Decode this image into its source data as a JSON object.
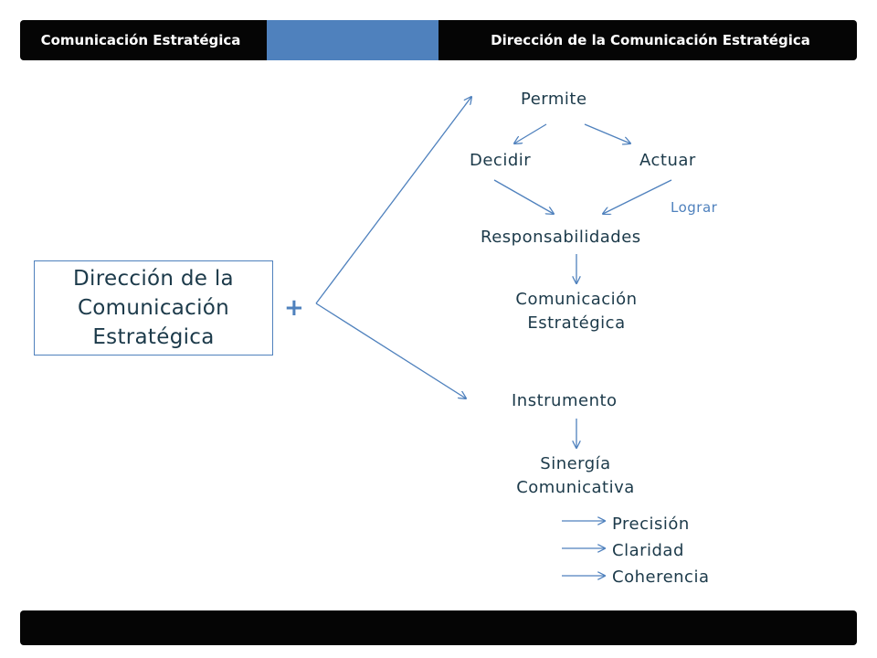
{
  "header": {
    "left_title": "Comunicación Estratégica",
    "right_title": "Dirección de la Comunicación Estratégica"
  },
  "main_box": {
    "line1": "Dirección de la",
    "line2": "Comunicación",
    "line3": "Estratégica"
  },
  "connector": {
    "symbol": "+"
  },
  "upper_branch": {
    "permite": "Permite",
    "decidir": "Decidir",
    "actuar": "Actuar",
    "lograr": "Lograr",
    "responsabilidades": "Responsabilidades",
    "comunicacion_line1": "Comunicación",
    "comunicacion_line2": "Estratégica"
  },
  "lower_branch": {
    "instrumento": "Instrumento",
    "sinergia_line1": "Sinergía",
    "sinergia_line2": "Comunicativa",
    "items": [
      "Precisión",
      "Claridad",
      "Coherencia"
    ]
  },
  "colors": {
    "accent": "#4f81bd",
    "bar": "#050505",
    "text": "#1c3a4a"
  }
}
